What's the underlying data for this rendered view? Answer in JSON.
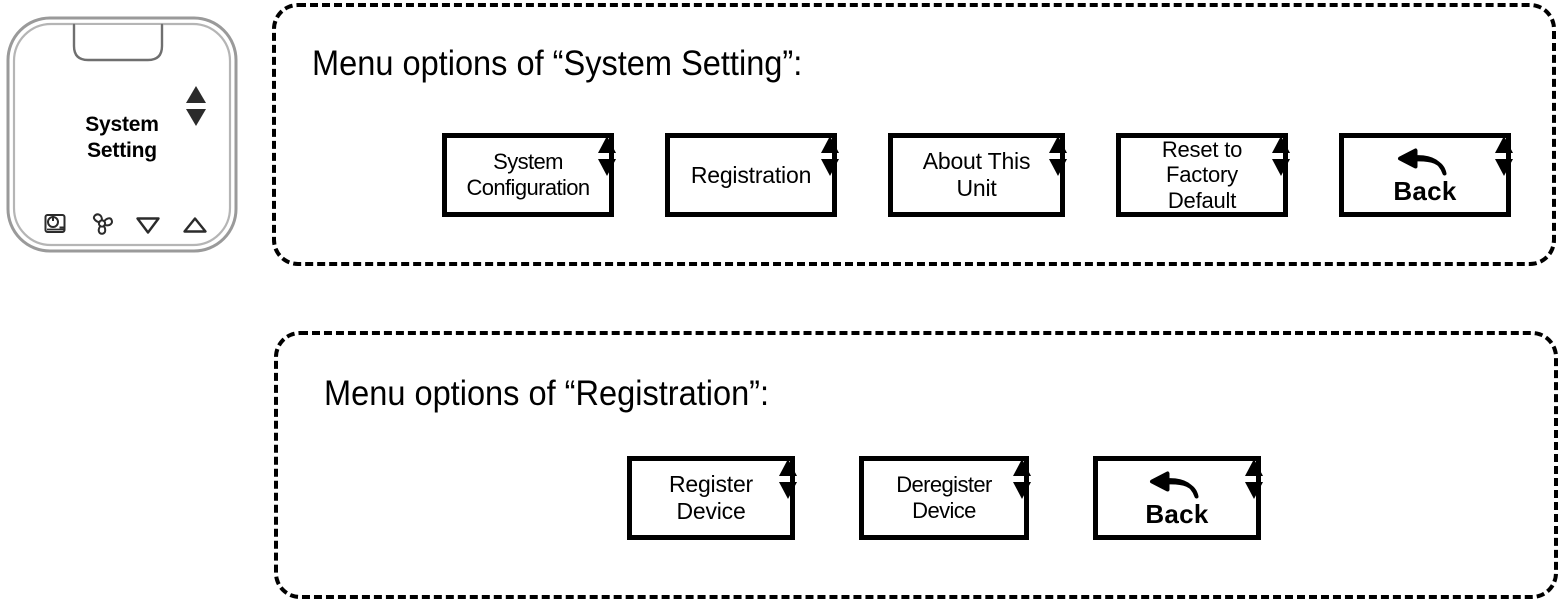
{
  "device": {
    "name": "thermostat-controller",
    "screen_text": "System\nSetting",
    "screen_line1": "System",
    "screen_line2": "Setting",
    "updown_icon": "up-down-arrows-icon",
    "status_icons": [
      {
        "name": "power-schedule-icon"
      },
      {
        "name": "fan-icon"
      },
      {
        "name": "cooling-icon"
      },
      {
        "name": "heating-icon"
      }
    ],
    "outline_color": "#8c8c8c"
  },
  "panels": [
    {
      "id": "system-setting",
      "title": "Menu options of “System Setting”:",
      "options": [
        {
          "id": "system-configuration",
          "label": "System\nConfiguration",
          "updown_icon": "up-down-arrows-icon",
          "type": "text"
        },
        {
          "id": "registration",
          "label": "Registration",
          "updown_icon": "up-down-arrows-icon",
          "type": "text"
        },
        {
          "id": "about-this-unit",
          "label": "About This\nUnit",
          "updown_icon": "up-down-arrows-icon",
          "type": "text"
        },
        {
          "id": "reset-to-factory-default",
          "label": "Reset to\nFactory\nDefault",
          "updown_icon": "up-down-arrows-icon",
          "type": "text"
        },
        {
          "id": "back",
          "label": "Back",
          "updown_icon": "up-down-arrows-icon",
          "arrow_icon": "back-arrow-icon",
          "type": "back"
        }
      ]
    },
    {
      "id": "registration",
      "title": "Menu options of “Registration”:",
      "options": [
        {
          "id": "register-device",
          "label": "Register\nDevice",
          "updown_icon": "up-down-arrows-icon",
          "type": "text"
        },
        {
          "id": "deregister-device",
          "label": "Deregister\nDevice",
          "updown_icon": "up-down-arrows-icon",
          "type": "text"
        },
        {
          "id": "back",
          "label": "Back",
          "updown_icon": "up-down-arrows-icon",
          "arrow_icon": "back-arrow-icon",
          "type": "back"
        }
      ]
    }
  ],
  "colors": {
    "ink": "#000000",
    "background": "#ffffff",
    "device_outline": "#8c8c8c"
  }
}
